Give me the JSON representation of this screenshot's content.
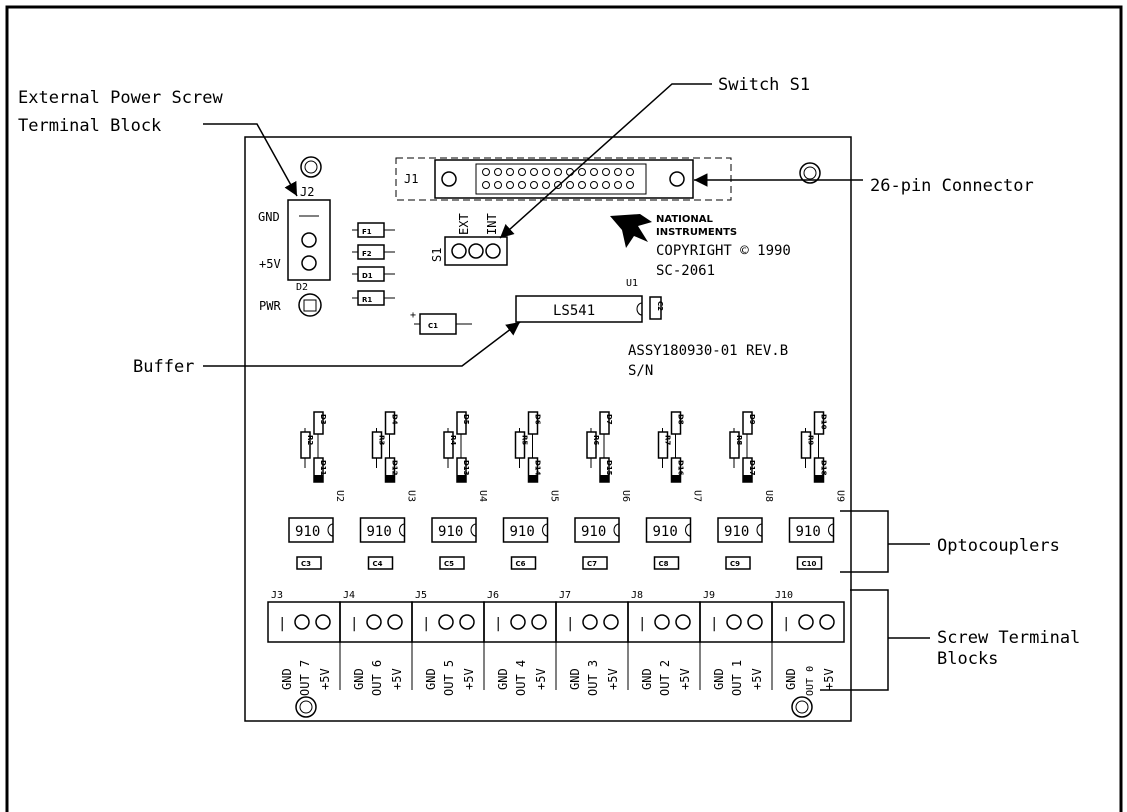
{
  "callouts": {
    "ext_power_line1": "External Power Screw",
    "ext_power_line2": "Terminal Block",
    "switch": "Switch S1",
    "connector": "26-pin Connector",
    "buffer": "Buffer",
    "optocouplers": "Optocouplers",
    "screw_line1": "Screw Terminal",
    "screw_line2": "Blocks"
  },
  "board": {
    "j1": "J1",
    "j2": "J2",
    "gnd": "GND",
    "plus5v": "+5V",
    "d2": "D2",
    "pwr": "PWR",
    "f1": "F1",
    "f2": "F2",
    "d1": "D1",
    "r1": "R1",
    "c1": "C1",
    "c2": "C2",
    "s1": "S1",
    "ext": "EXT",
    "int": "INT",
    "u1": "U1",
    "ls541": "LS541",
    "ni_line1": "NATIONAL",
    "ni_line2": "INSTRUMENTS",
    "copyright": "COPYRIGHT © 1990",
    "model": "SC-2061",
    "assy": "ASSY180930-01 REV.B",
    "sn": "S/N"
  },
  "channels": [
    {
      "d_top": "D3",
      "r": "R2",
      "d_bot": "D11",
      "u": "U2",
      "chip": "910",
      "c": "C3",
      "j": "J3",
      "out": "OUT 7"
    },
    {
      "d_top": "D4",
      "r": "R3",
      "d_bot": "D12",
      "u": "U3",
      "chip": "910",
      "c": "C4",
      "j": "J4",
      "out": "OUT 6"
    },
    {
      "d_top": "D5",
      "r": "R4",
      "d_bot": "D13",
      "u": "U4",
      "chip": "910",
      "c": "C5",
      "j": "J5",
      "out": "OUT 5"
    },
    {
      "d_top": "D6",
      "r": "R5",
      "d_bot": "D14",
      "u": "U5",
      "chip": "910",
      "c": "C6",
      "j": "J6",
      "out": "OUT 4"
    },
    {
      "d_top": "D7",
      "r": "R6",
      "d_bot": "D15",
      "u": "U6",
      "chip": "910",
      "c": "C7",
      "j": "J7",
      "out": "OUT 3"
    },
    {
      "d_top": "D8",
      "r": "R7",
      "d_bot": "D16",
      "u": "U7",
      "chip": "910",
      "c": "C8",
      "j": "J8",
      "out": "OUT 2"
    },
    {
      "d_top": "D9",
      "r": "R8",
      "d_bot": "D17",
      "u": "U8",
      "chip": "910",
      "c": "C9",
      "j": "J9",
      "out": "OUT 1"
    },
    {
      "d_top": "D10",
      "r": "R9",
      "d_bot": "D18",
      "u": "U9",
      "chip": "910",
      "c": "C10",
      "j": "J10",
      "out": "OUT 0"
    }
  ],
  "terminal_labels": {
    "gnd": "GND",
    "plus5v": "+5V"
  },
  "pin_marker": "|"
}
